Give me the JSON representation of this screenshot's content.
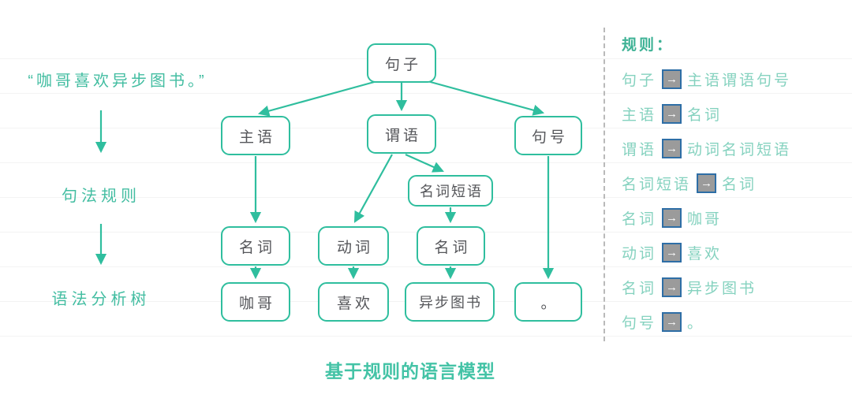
{
  "colors": {
    "tree_accent": "#2fbe9e",
    "node_text": "#55565a",
    "left_text_teal": "#42bda1",
    "rules_text_teal": "#85d2bf",
    "rules_heading_teal": "#3eb295",
    "caption_teal": "#44c3a6",
    "chip_fill": "#9b9b9b",
    "chip_border": "#2e6ea6",
    "dashed_separator": "#b9b9b9"
  },
  "left_flow": {
    "quote": "“咖哥喜欢异步图书。”",
    "step1_label": "句法规则",
    "step2_label": "语法分析树"
  },
  "tree": {
    "nodes": [
      {
        "id": "sentence",
        "label": "句子"
      },
      {
        "id": "subject",
        "label": "主语"
      },
      {
        "id": "predicate",
        "label": "谓语"
      },
      {
        "id": "period",
        "label": "句号"
      },
      {
        "id": "noun-phrase",
        "label": "名词短语"
      },
      {
        "id": "noun-1",
        "label": "名词"
      },
      {
        "id": "verb",
        "label": "动词"
      },
      {
        "id": "noun-2",
        "label": "名词"
      },
      {
        "id": "leaf-kage",
        "label": "咖哥"
      },
      {
        "id": "leaf-like",
        "label": "喜欢"
      },
      {
        "id": "leaf-epubit",
        "label": "异步图书"
      },
      {
        "id": "leaf-period",
        "label": "。"
      }
    ]
  },
  "rules": {
    "heading": "规则：",
    "arrow_glyph": "→",
    "items": [
      {
        "lhs": "句子",
        "rhs": "主语谓语句号"
      },
      {
        "lhs": "主语",
        "rhs": "名词"
      },
      {
        "lhs": "谓语",
        "rhs": "动词名词短语"
      },
      {
        "lhs": "名词短语",
        "rhs": "名词"
      },
      {
        "lhs": "名词",
        "rhs": "咖哥"
      },
      {
        "lhs": "动词",
        "rhs": "喜欢"
      },
      {
        "lhs": "名词",
        "rhs": "异步图书"
      },
      {
        "lhs": "句号",
        "rhs": "。"
      }
    ]
  },
  "caption": "基于规则的语言模型"
}
